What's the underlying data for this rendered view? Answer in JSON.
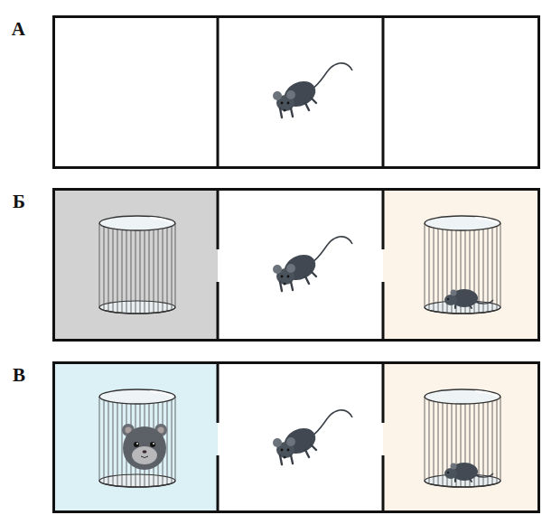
{
  "diagram": {
    "nodes": [
      {
        "text": [
          "А"
        ]
      },
      {
        "text": [
          "Б"
        ]
      },
      {
        "text": [
          "В"
        ]
      }
    ]
  }
}
